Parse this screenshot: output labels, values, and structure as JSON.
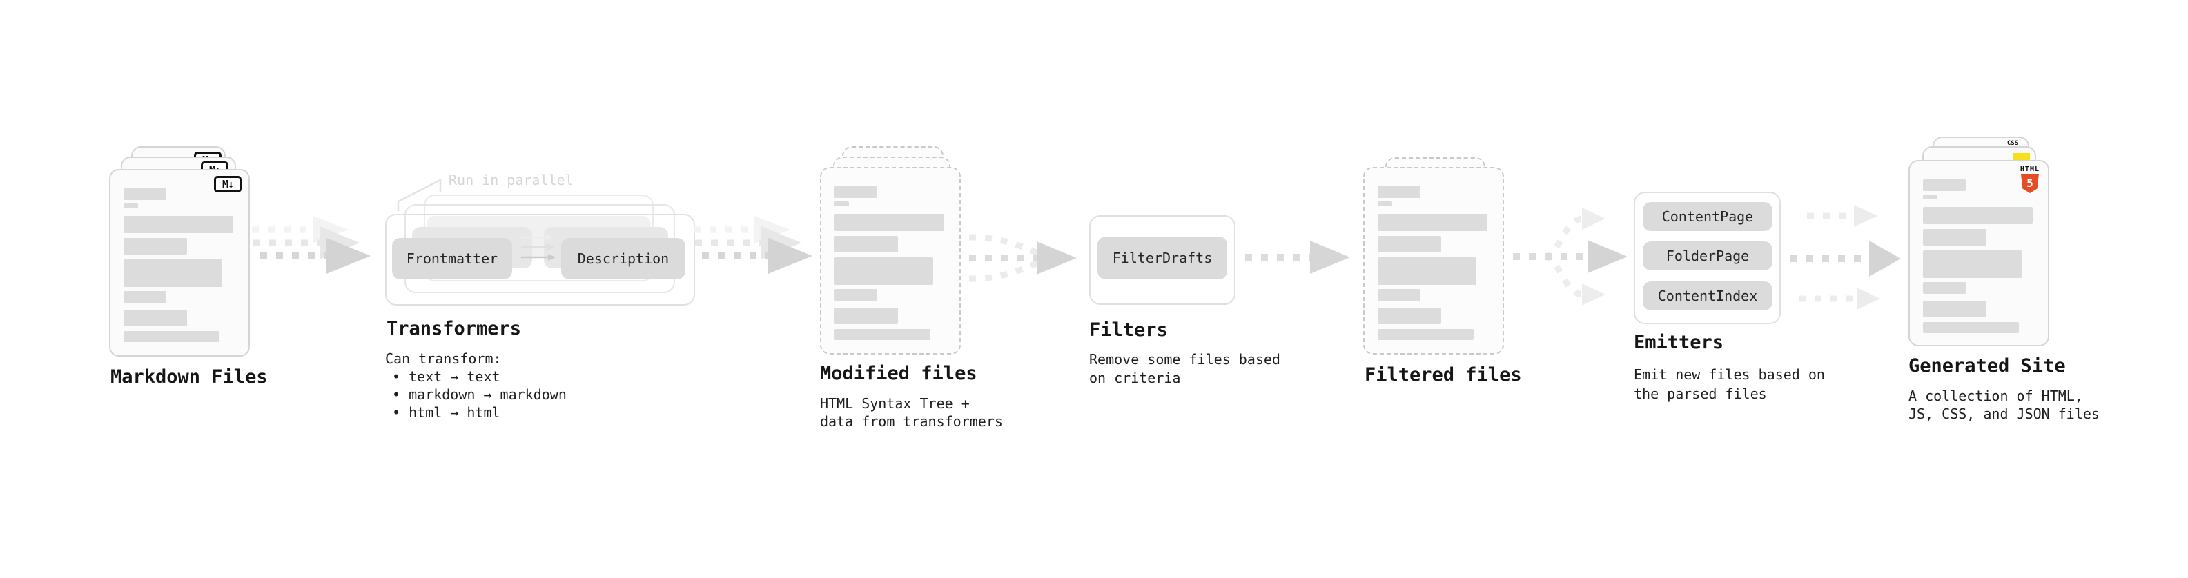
{
  "stages": {
    "markdown_files": {
      "title": "Markdown Files",
      "badge": "M↓"
    },
    "transformers": {
      "title": "Transformers",
      "note": "Run in parallel",
      "left_block": "Frontmatter",
      "right_block": "Description",
      "caption_heading": "Can transform:",
      "bullets": [
        "• text → text",
        "• markdown → markdown",
        "• html → html"
      ]
    },
    "modified_files": {
      "title": "Modified files",
      "caption": [
        "HTML Syntax Tree +",
        "data from transformers"
      ]
    },
    "filters": {
      "title": "Filters",
      "block": "FilterDrafts",
      "caption": [
        "Remove some files based",
        "on criteria"
      ]
    },
    "filtered_files": {
      "title": "Filtered files"
    },
    "emitters": {
      "title": "Emitters",
      "blocks": [
        "ContentPage",
        "FolderPage",
        "ContentIndex"
      ],
      "caption": [
        "Emit new files based on",
        "the parsed files"
      ]
    },
    "generated_site": {
      "title": "Generated Site",
      "caption": [
        "A collection of HTML,",
        "JS, CSS, and JSON files"
      ],
      "html5_badge": {
        "label": "HTML",
        "number": "5"
      },
      "css_badge": "CSS"
    }
  },
  "colors": {
    "background": "#FFFFFF",
    "block_gray": "#DBDBDB",
    "bar_gray": "#DCDCDC",
    "card_border": "#D5D5D5",
    "dashed_border": "#C9C9C9",
    "arrow_gray": "#D6D6D6",
    "arrow_ghost": "#ECECEC",
    "note_gray": "#D6D6D6",
    "text_dark": "#1C1C1C",
    "html5_orange": "#E44D26",
    "js_yellow": "#F7DF1E",
    "css_blue": "#2E6BF0"
  }
}
